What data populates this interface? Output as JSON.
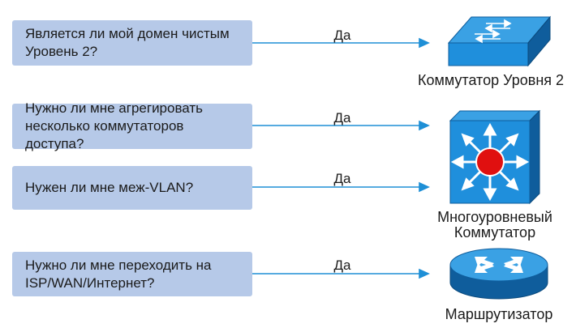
{
  "questions": [
    {
      "text": "Является ли мой домен чистым\nУровень 2?",
      "answer": "Да"
    },
    {
      "text": "Нужно ли мне агрегировать\nнесколько коммутаторов доступа?",
      "answer": "Да"
    },
    {
      "text": "Нужен ли мне меж-VLAN?",
      "answer": "Да"
    },
    {
      "text": "Нужно ли мне переходить на\nISP/WAN/Интернет?",
      "answer": "Да"
    }
  ],
  "devices": {
    "l2_switch": {
      "label": "Коммутатор Уровня 2",
      "icon": "layer2-switch-icon"
    },
    "multilayer_switch": {
      "label": "Многоуровневый\nКоммутатор",
      "icon": "multilayer-switch-icon"
    },
    "router": {
      "label": "Маршрутизатор",
      "icon": "router-icon"
    }
  },
  "colors": {
    "question_box": "#b6c9e8",
    "arrow": "#1e8fd6",
    "device_blue": "#1f8fdc",
    "device_dark": "#0f5d9c",
    "center_red": "#e01010"
  }
}
